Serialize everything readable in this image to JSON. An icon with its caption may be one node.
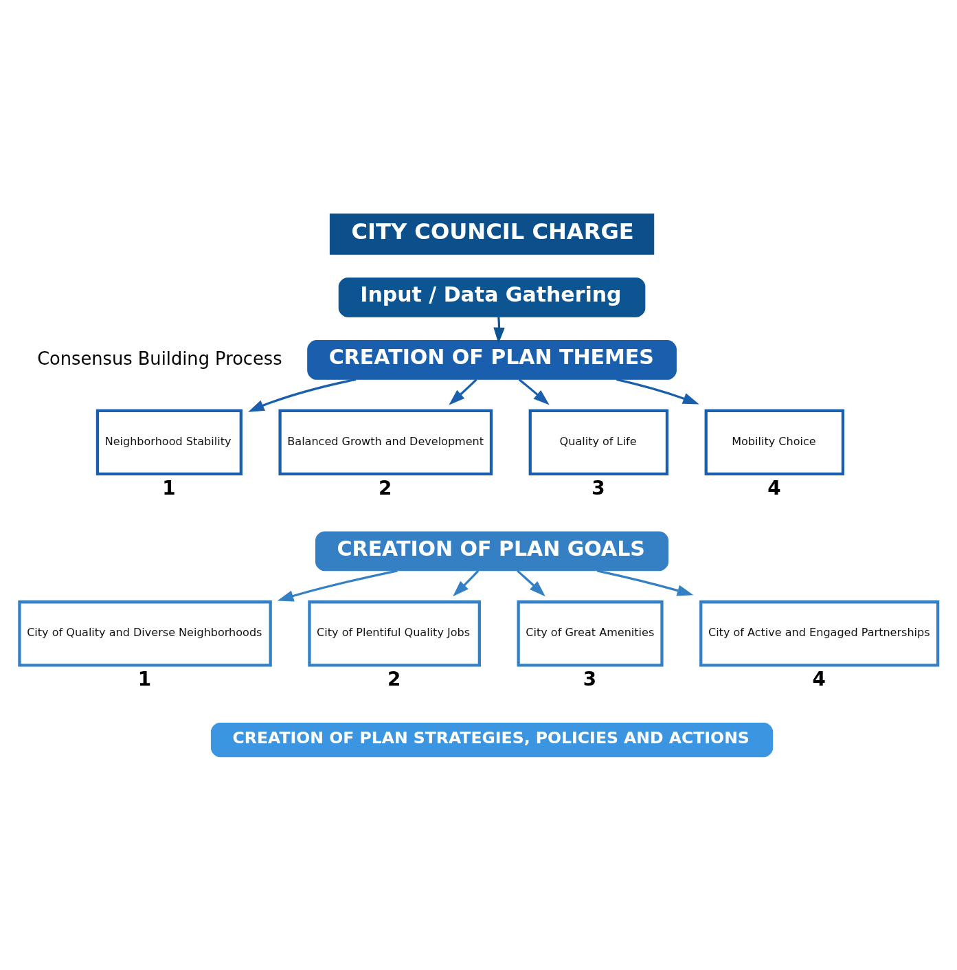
{
  "diagram": {
    "nodes": [
      {
        "text": [
          "CITY COUNCIL CHARGE"
        ]
      },
      {
        "text": [
          "Input / Data Gathering"
        ]
      },
      {
        "text": [
          "CREATION OF PLAN THEMES"
        ]
      },
      {
        "text": [
          "Neighborhood Stability"
        ],
        "beside": [
          "1"
        ]
      },
      {
        "text": [
          "Balanced Growth and Development"
        ],
        "beside": [
          "2"
        ]
      },
      {
        "text": [
          "Quality of Life"
        ],
        "beside": [
          "3"
        ]
      },
      {
        "text": [
          "Mobility Choice"
        ],
        "beside": [
          "4"
        ]
      },
      {
        "text": [
          "CREATION OF PLAN GOALS"
        ]
      },
      {
        "text": [
          "City of Quality and Diverse Neighborhoods"
        ],
        "beside": [
          "1"
        ]
      },
      {
        "text": [
          "City of Plentiful Quality Jobs"
        ],
        "beside": [
          "2"
        ]
      },
      {
        "text": [
          "City of Great Amenities"
        ],
        "beside": [
          "3"
        ]
      },
      {
        "text": [
          "City of Active and Engaged Partnerships"
        ],
        "beside": [
          "4"
        ]
      },
      {
        "text": [
          "CREATION OF PLAN STRATEGIES, POLICIES AND ACTIONS"
        ]
      }
    ],
    "edges": [
      {
        "from": 1,
        "to": 2,
        "arrow": "to"
      },
      {
        "from": 2,
        "to": 3,
        "arrow": "to"
      },
      {
        "from": 2,
        "to": 4,
        "arrow": "to"
      },
      {
        "from": 2,
        "to": 5,
        "arrow": "to"
      },
      {
        "from": 2,
        "to": 6,
        "arrow": "to"
      },
      {
        "from": 7,
        "to": 8,
        "arrow": "to"
      },
      {
        "from": 7,
        "to": 9,
        "arrow": "to"
      },
      {
        "from": 7,
        "to": 10,
        "arrow": "to"
      },
      {
        "from": 7,
        "to": 11,
        "arrow": "to"
      }
    ],
    "labels": [
      "Consensus Building Process"
    ]
  }
}
